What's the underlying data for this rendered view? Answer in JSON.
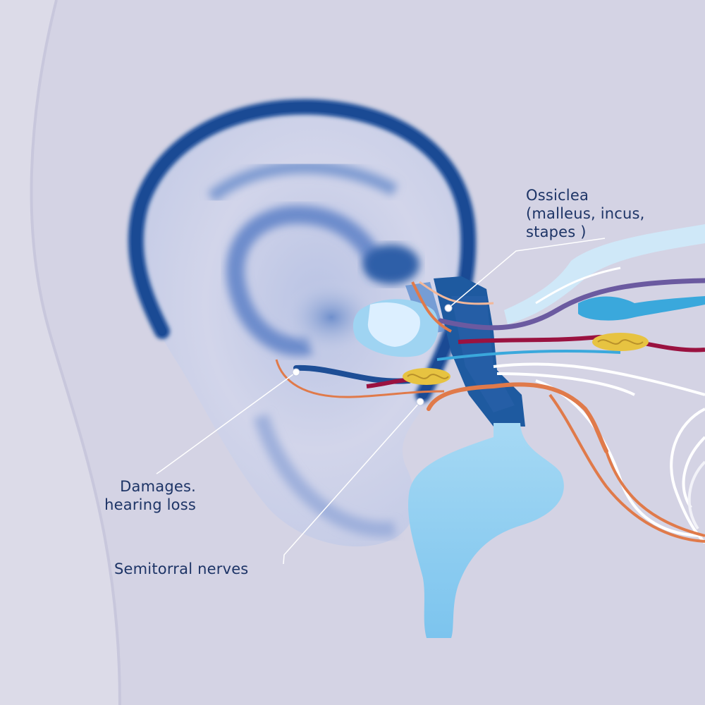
{
  "labels": {
    "ossicles": {
      "line1": "Ossiclea",
      "line2": "(malleus, incus,",
      "line3": "stapes )"
    },
    "damage": {
      "line1": "Damages.",
      "line2": "hearing loss"
    },
    "nerves": {
      "text": "Semitorral nerves"
    }
  },
  "colors": {
    "background": "#dcdbe8",
    "head": "#d7d6e6",
    "ear_outline": "#1b4d98",
    "ear_fill": "#c9cee6",
    "canal": "#1e5aa0",
    "fluid": "#8fcdef",
    "nerve_orange": "#e07a4a",
    "nerve_purple": "#6b5aa0",
    "nerve_red": "#9a1240",
    "nerve_yellow": "#e7c341",
    "nerve_cyan": "#3aa8dc",
    "label_text": "#1d3466",
    "leader_line": "#ffffff"
  }
}
